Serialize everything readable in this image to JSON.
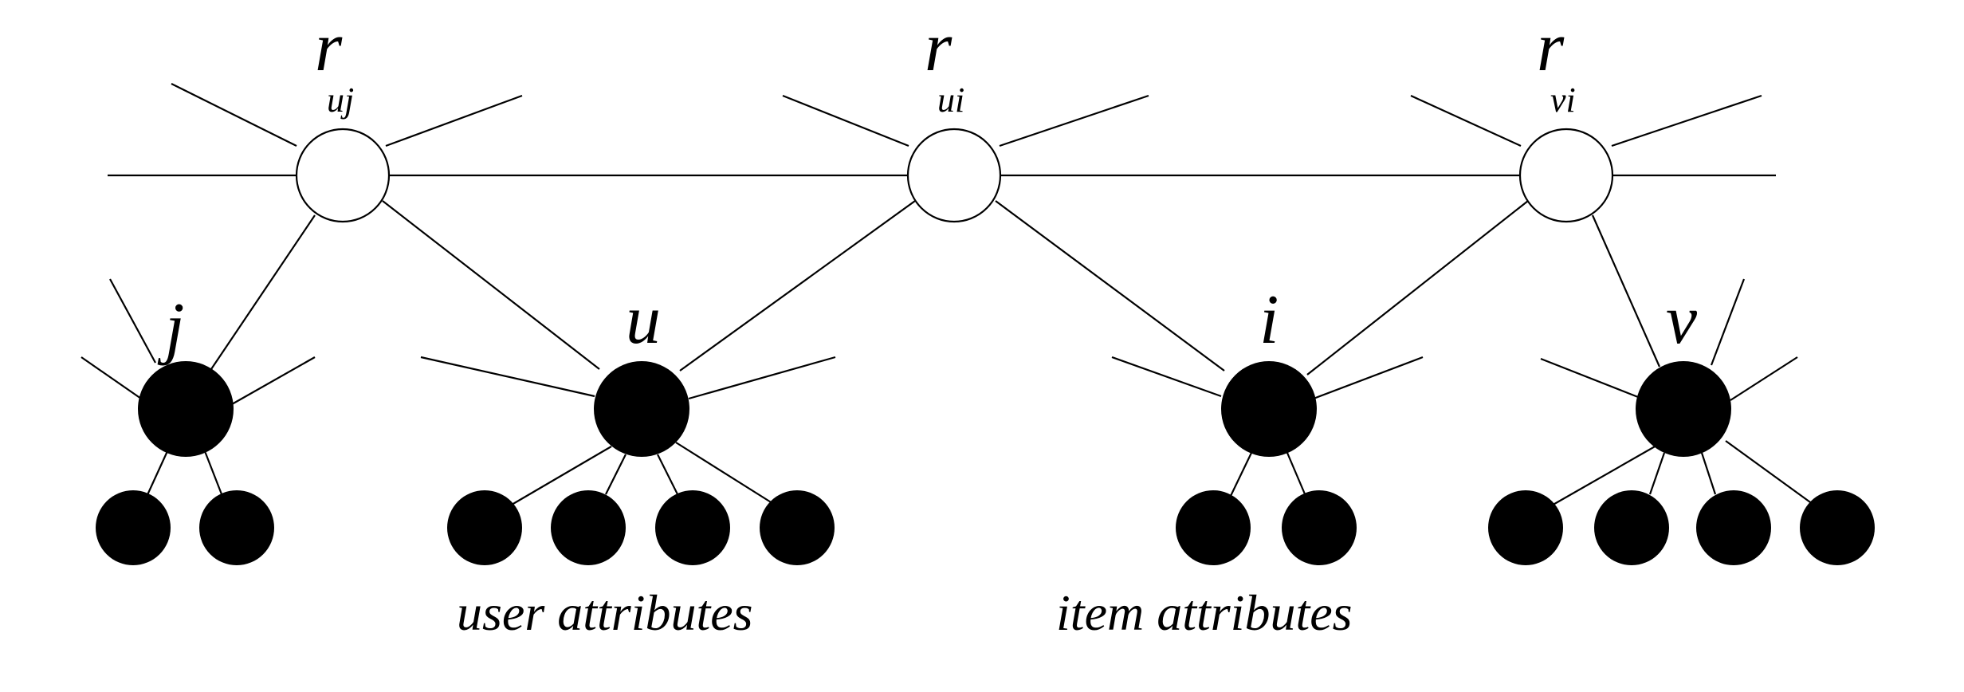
{
  "rating_nodes": [
    {
      "id": "r_uj",
      "base": "r",
      "sub": "uj"
    },
    {
      "id": "r_ui",
      "base": "r",
      "sub": "ui"
    },
    {
      "id": "r_vi",
      "base": "r",
      "sub": "vi"
    }
  ],
  "entity_nodes": [
    {
      "id": "j",
      "label": "j"
    },
    {
      "id": "u",
      "label": "u"
    },
    {
      "id": "i",
      "label": "i"
    },
    {
      "id": "v",
      "label": "v"
    }
  ],
  "captions": {
    "user": "user attributes",
    "item": "item attributes"
  },
  "colors": {
    "line": "#000000",
    "filled_node": "#000000",
    "open_node": "#ffffff"
  }
}
